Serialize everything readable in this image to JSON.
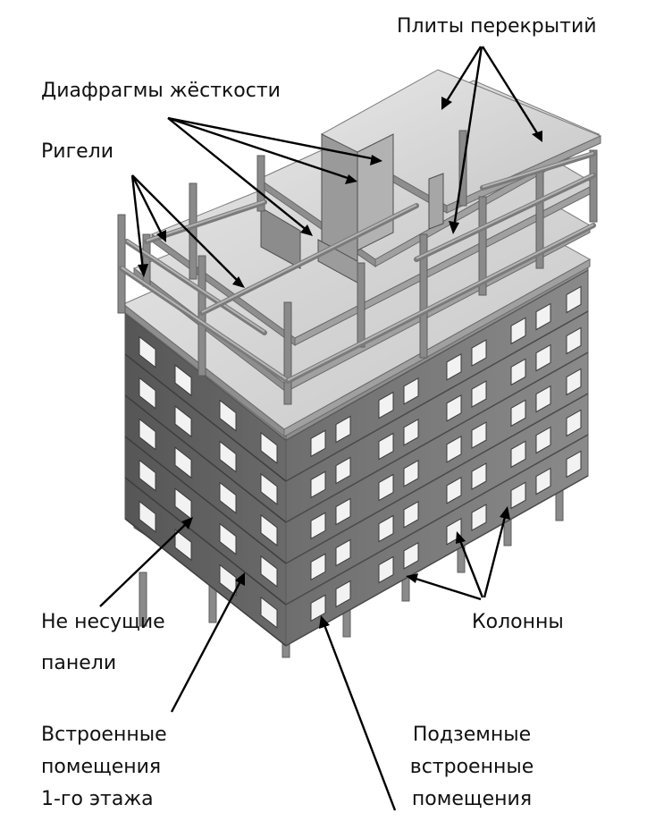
{
  "labels": {
    "floor_slabs": "Плиты перекрытий",
    "shear_walls": "Диафрагмы жёсткости",
    "beams": "Ригели",
    "nonbearing_line1": "Не несущие",
    "nonbearing_line2": "панели",
    "columns": "Колонны",
    "builtin_line1": "Встроенные",
    "builtin_line2": "помещения",
    "builtin_line3": "1-го этажа",
    "underground_line1": "Подземные",
    "underground_line2": "встроенные",
    "underground_line3": "помещения"
  },
  "colors": {
    "slab_top": "#d9d9d9",
    "slab_edge": "#8e8e8e",
    "panel_front": "#5c5c5c",
    "panel_side": "#737373",
    "window": "#f2f2f2",
    "column": "#8a8a8a",
    "wall": "#9a9a9a",
    "ink": "#000000"
  }
}
